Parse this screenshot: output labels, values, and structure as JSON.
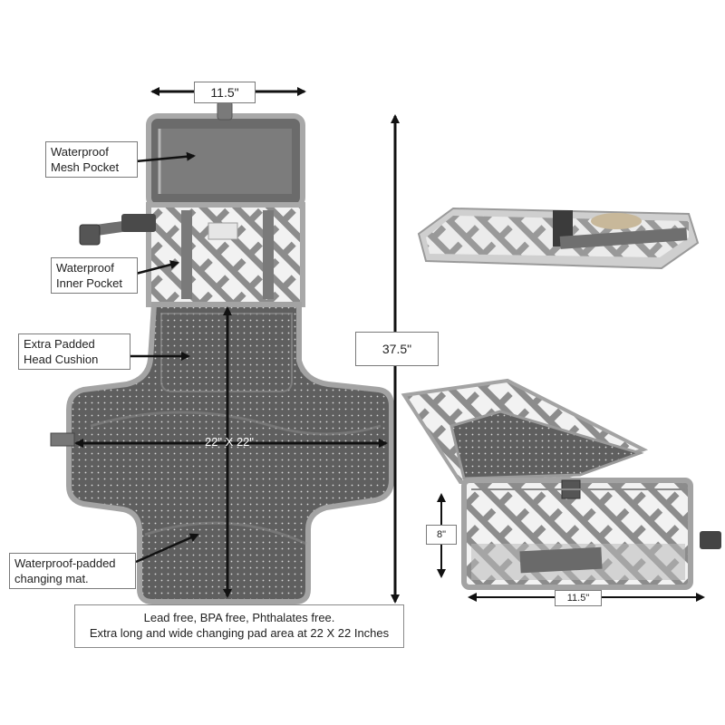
{
  "labels": {
    "mesh_pocket": [
      "Waterproof",
      "Mesh  Pocket"
    ],
    "inner_pocket": [
      "Waterproof",
      "Inner Pocket"
    ],
    "head_cushion": [
      "Extra Padded",
      "Head Cushion"
    ],
    "changing_mat": [
      "Waterproof-padded",
      "changing mat."
    ]
  },
  "dimensions": {
    "top_width": "11.5\"",
    "total_length": "37.5\"",
    "pad_area": "22\" X 22\"",
    "folded_height": "8\"",
    "folded_width": "11.5\""
  },
  "bottom_note": [
    "Lead free, BPA free, Phthalates free.",
    "Extra long and wide changing pad area at 22 X 22 Inches"
  ],
  "colors": {
    "mat_dark": "#5e5e5e",
    "trim_gray": "#9a9a9a",
    "pattern_gray": "#8c8c8c",
    "arrow": "#111111"
  }
}
